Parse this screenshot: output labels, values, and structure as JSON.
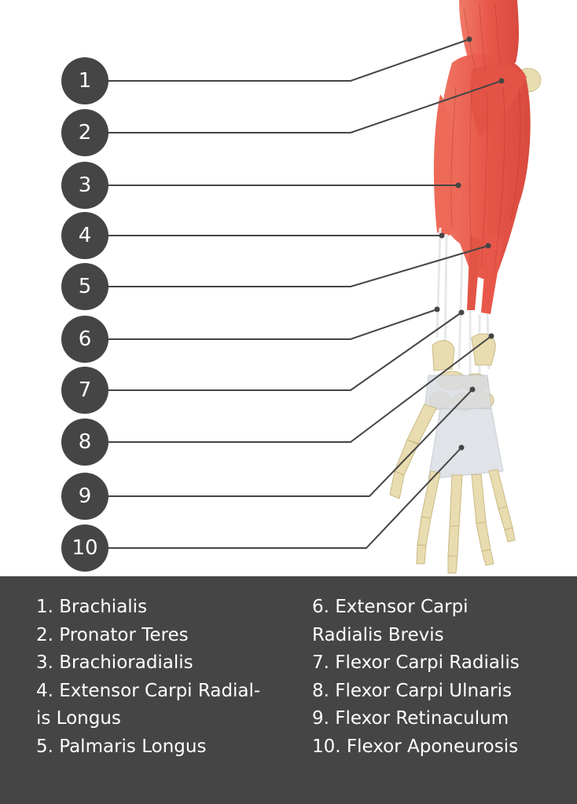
{
  "markers": [
    "1",
    "2",
    "3",
    "4",
    "5",
    "6",
    "7",
    "8",
    "9",
    "10"
  ],
  "legend": {
    "left": [
      "1. Brachialis",
      "2. Pronator Teres",
      "3. Brachioradialis",
      "4. Extensor Carpi Radial-",
      "is Longus",
      "5. Palmaris Longus"
    ],
    "right": [
      "6. Extensor Carpi",
      "Radialis Brevis",
      "7. Flexor Carpi Radialis",
      "8. Flexor Carpi Ulnaris",
      "9. Flexor Retinaculum",
      "10. Flexor Aponeurosis"
    ]
  },
  "colors": {
    "marker": "#454545",
    "muscle": "#e8584a",
    "bone": "#e9dcb0",
    "ligament": "#d9dde2",
    "legend_bg": "#454545"
  }
}
